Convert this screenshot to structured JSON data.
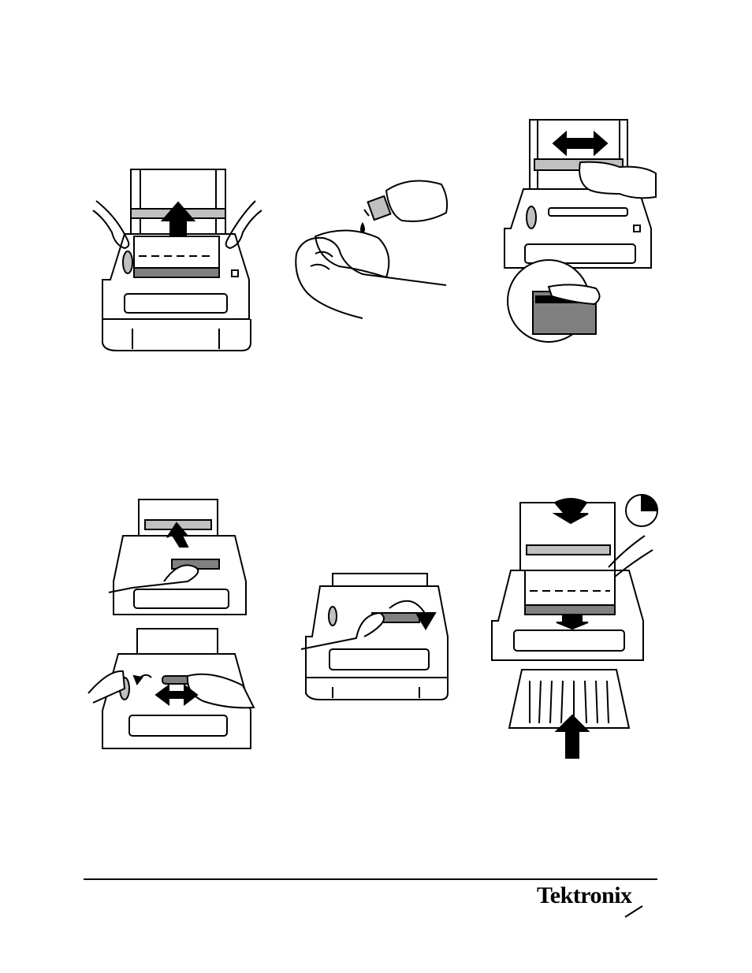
{
  "document": {
    "type": "illustrated-instruction-page",
    "steps": [
      {
        "id": "remove-cartridge",
        "icon": "arrow-up-icon"
      },
      {
        "id": "moisten-cloth",
        "icon": "cleaning-solution-bottle-icon"
      },
      {
        "id": "wipe-printhead",
        "icon": "double-arrow-horizontal-icon"
      },
      {
        "id": "clean-rollers",
        "icon": "double-arrow-horizontal-icon"
      },
      {
        "id": "rotate-roller",
        "icon": "curved-arrow-icon"
      },
      {
        "id": "reinstall-and-close",
        "icon": "clock-icon"
      }
    ]
  },
  "footer": {
    "brand": "Tektronix"
  },
  "colors": {
    "ink": "#000000",
    "paper": "#ffffff",
    "shade": "#808080",
    "light_shade": "#c0c0c0"
  }
}
